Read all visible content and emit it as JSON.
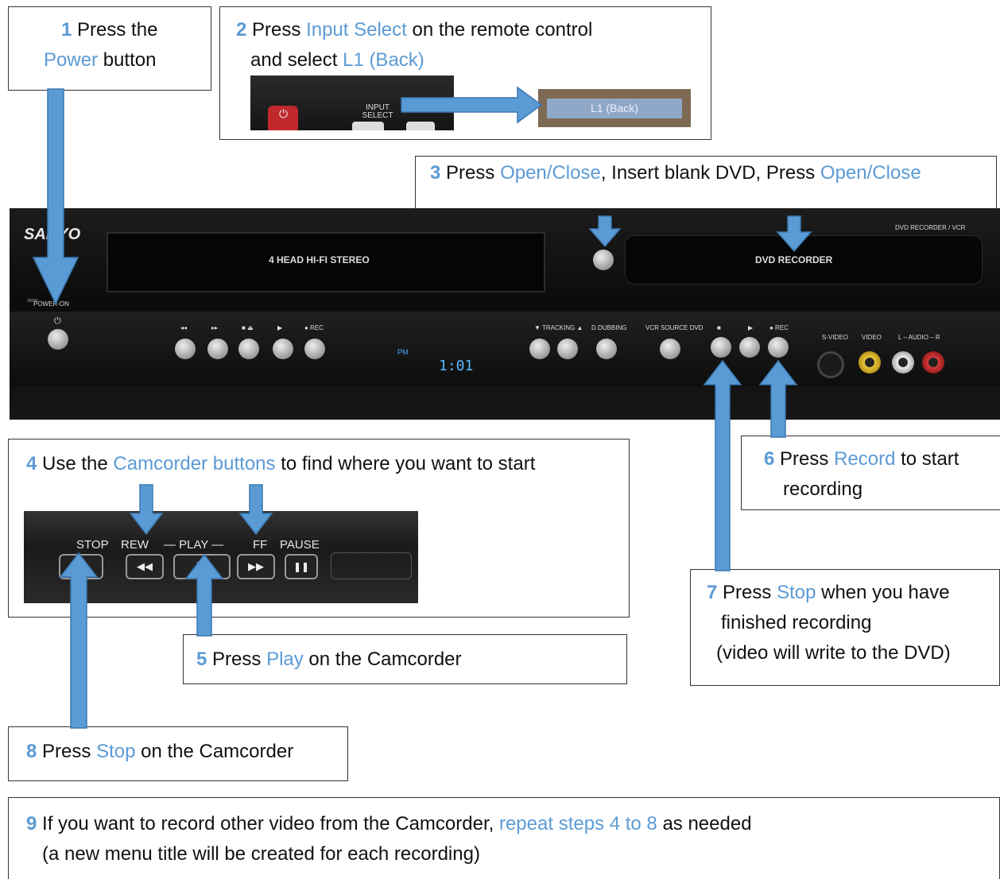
{
  "colors": {
    "accent": "#5b9bd5",
    "arrow": "#5b9bd5",
    "panel": "#111111"
  },
  "steps": [
    {
      "number": "1",
      "parts": [
        "Press the",
        "Power",
        "button"
      ]
    },
    {
      "number": "2",
      "parts": [
        "Press",
        "Input Select",
        "on the remote control",
        "and select",
        "L1 (Back)"
      ]
    },
    {
      "number": "3",
      "parts": [
        "Press",
        "Open/Close",
        ", Insert blank DVD, Press",
        "Open/Close"
      ]
    },
    {
      "number": "4",
      "parts": [
        "Use the",
        "Camcorder buttons",
        "to find where you want to start"
      ]
    },
    {
      "number": "5",
      "parts": [
        "Press",
        "Play",
        "on the Camcorder"
      ]
    },
    {
      "number": "6",
      "parts": [
        "Press",
        "Record",
        "to start",
        "recording"
      ]
    },
    {
      "number": "7",
      "parts": [
        "Press",
        "Stop",
        "when you have",
        "finished recording",
        "(video will write to the DVD)"
      ]
    },
    {
      "number": "8",
      "parts": [
        "Press",
        "Stop",
        "on the Camcorder"
      ]
    },
    {
      "number": "9",
      "parts": [
        "If you want to record other video from the Camcorder,",
        "repeat steps 4 to 8",
        "as needed",
        "(a new menu title will be created for each recording)"
      ]
    }
  ],
  "remote": {
    "button_label": "INPUT SELECT",
    "screen_label": "L1 (Back)"
  },
  "recorder": {
    "brand": "SANYO",
    "model_label": "DVD RECORDER / VCR",
    "vcr_door_label": "4 HEAD HI-FI STEREO",
    "dvd_tray_label": "DVD RECORDER",
    "power_label": "POWER-ON",
    "eject_glyph": "⏏",
    "display_pm": "PM",
    "display_time": "1:01",
    "vcr_button_labels": [
      "◂◂",
      "▸▸",
      "■ ⏏",
      "▶",
      "● REC"
    ],
    "tracking_label": "▼ TRACKING ▲",
    "dubbing_label": "D.DUBBING",
    "source_label": "VCR  SOURCE  DVD",
    "dvd_button_labels": [
      "■",
      "▶",
      "● REC"
    ],
    "jack_labels": [
      "S-VIDEO",
      "VIDEO",
      "L – AUDIO – R"
    ]
  },
  "camcorder": {
    "labels": [
      "STOP",
      "REW",
      "— PLAY —",
      "FF",
      "PAUSE"
    ],
    "button_glyphs": [
      "□",
      "◀◀",
      "▷",
      "▶▶",
      "❚❚"
    ]
  }
}
